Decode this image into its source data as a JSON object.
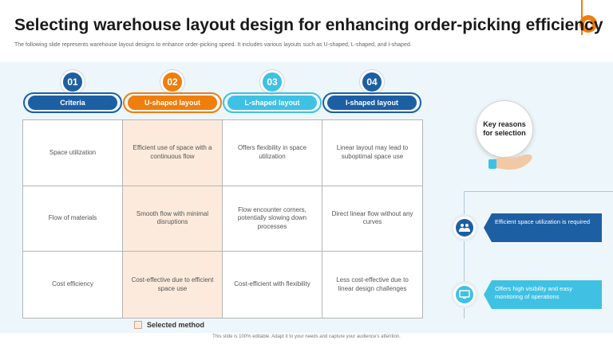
{
  "header": {
    "title": "Selecting warehouse layout design for enhancing order-picking efficiency",
    "subtitle": "The following slide represents warehouse layout designs to enhance order-picking speed. It includes various layouts such as U-shaped, L-shaped, and I-shaped."
  },
  "columns": [
    {
      "number": "01",
      "label": "Criteria",
      "color": "#1d5fa3"
    },
    {
      "number": "02",
      "label": "U-shaped layout",
      "color": "#f07e0c"
    },
    {
      "number": "03",
      "label": "L-shaped layout",
      "color": "#3fc1e4"
    },
    {
      "number": "04",
      "label": "I-shaped layout",
      "color": "#1d5fa3"
    }
  ],
  "rows": [
    [
      "Space utilization",
      "Efficient use of space with a continuous flow",
      "Offers flexibility in space utilization",
      "Linear layout may lead to suboptimal space use"
    ],
    [
      "Flow of materials",
      "Smooth flow with minimal disruptions",
      "Flow encounter corners, potentially slowing down processes",
      "Direct linear flow without any curves"
    ],
    [
      "Cost efficiency",
      "Cost-effective due to efficient space use",
      "Cost-efficient with flexibility",
      "Less cost-effective due to linear design challenges"
    ]
  ],
  "legend": {
    "label": "Selected method"
  },
  "key_reasons": {
    "title": "Key reasons for selection",
    "items": [
      {
        "text": "Efficient space utilization is required",
        "color": "#1d5fa3",
        "icon": "people-icon"
      },
      {
        "text": "Offers high visibility and easy monitoring of operations",
        "color": "#3fc1e4",
        "icon": "monitor-icon"
      }
    ]
  },
  "footer": "This slide is 100% editable. Adapt it to your needs and capture your audience's attention.",
  "colors": {
    "accent": "#f07e0c",
    "dark_blue": "#1d5fa3",
    "light_blue": "#3fc1e4",
    "selected": "#fcebdc"
  }
}
